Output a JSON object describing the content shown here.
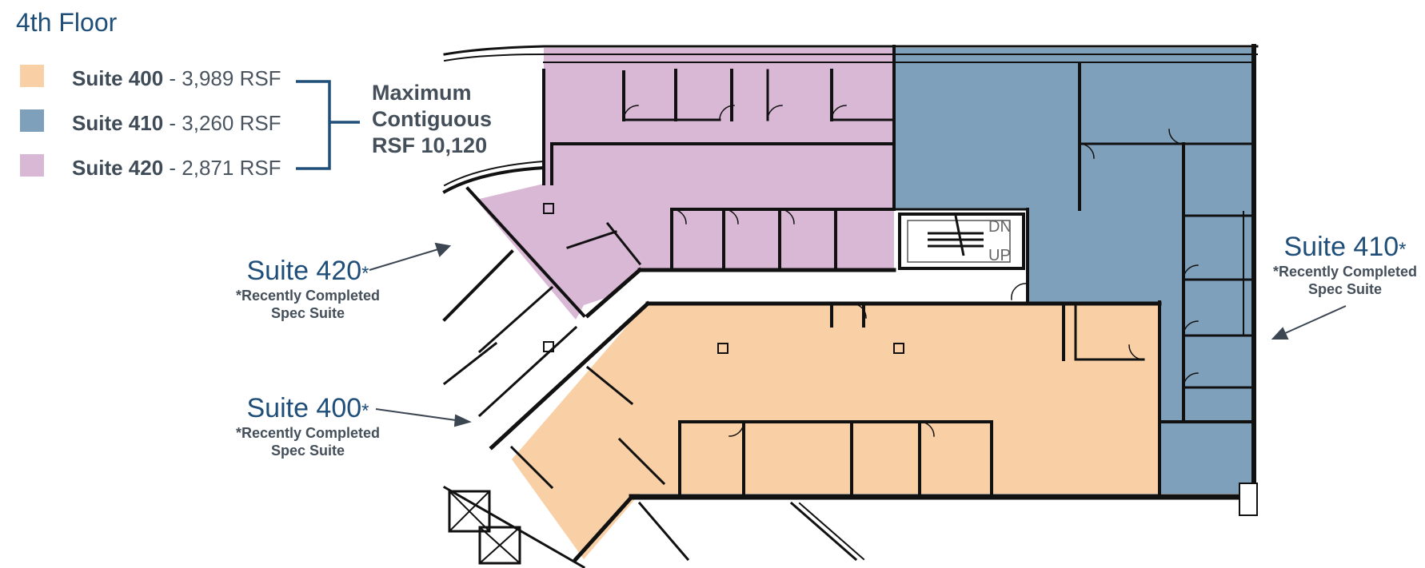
{
  "floor_title": "4th Floor",
  "legend": [
    {
      "name": "Suite 400",
      "sep": " - ",
      "area": "3,989 RSF",
      "color": "#f9d0a5"
    },
    {
      "name": "Suite 410",
      "sep": " - ",
      "area": "3,260 RSF",
      "color": "#7fa0ba"
    },
    {
      "name": "Suite 420",
      "sep": " - ",
      "area": "2,871 RSF",
      "color": "#d9b8d6"
    }
  ],
  "contiguous": {
    "line1": "Maximum",
    "line2": "Contiguous",
    "line3": "RSF 10,120"
  },
  "callouts": {
    "suite420": {
      "title": "Suite 420",
      "asterisk": "*",
      "note1": "*Recently Completed",
      "note2": "Spec Suite"
    },
    "suite400": {
      "title": "Suite 400",
      "asterisk": "*",
      "note1": "*Recently Completed",
      "note2": "Spec Suite"
    },
    "suite410": {
      "title": "Suite 410",
      "asterisk": "*",
      "note1": "*Recently Completed",
      "note2": "Spec Suite"
    }
  },
  "stair_labels": {
    "down": "DN",
    "up": "UP"
  },
  "colors": {
    "suite400": "#f9d0a5",
    "suite410": "#7fa0ba",
    "suite420": "#d9b8d6",
    "title": "#1f4e79",
    "bracket": "#1f4e79"
  }
}
